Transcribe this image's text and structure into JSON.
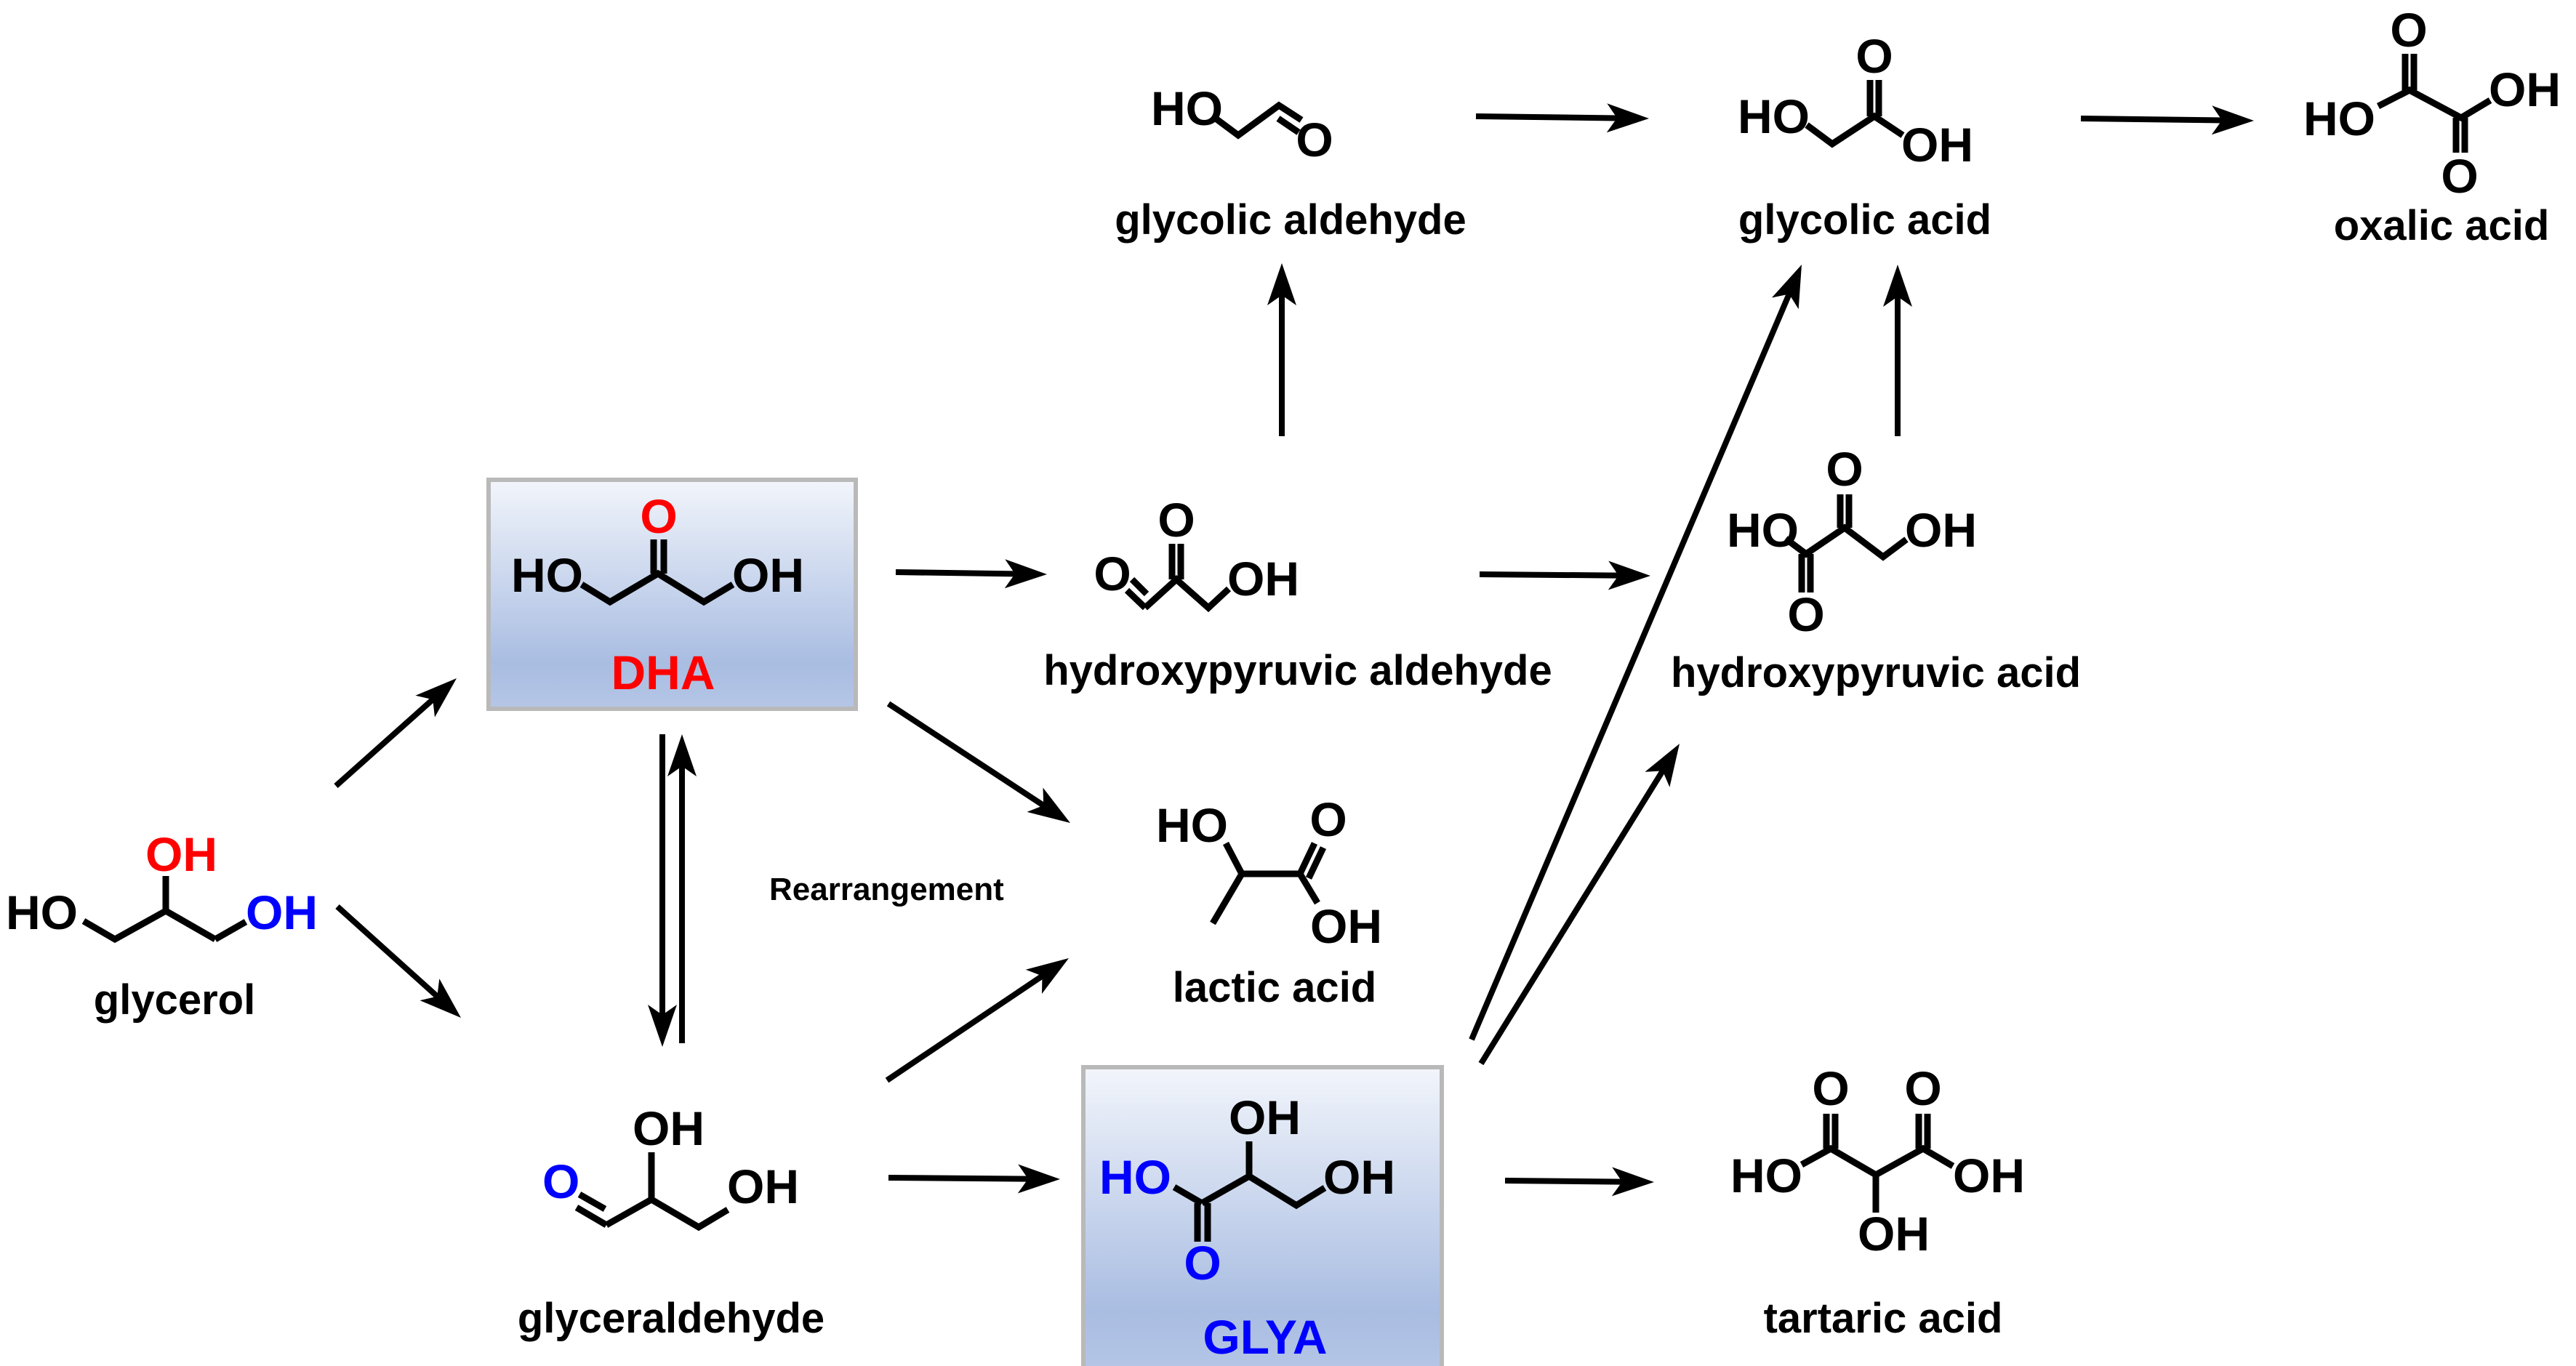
{
  "scheme": {
    "title": "Glycerol oxidation reaction network",
    "colors": {
      "default": "#000000",
      "highlight_red": "#ff0000",
      "highlight_blue": "#0000ff",
      "box_top": "#f2f5fb",
      "box_bottom": "#a9bde2",
      "box_border": "#b9b9b9"
    },
    "annotation": "Rearrangement",
    "compounds": {
      "glycerol": {
        "name": "glycerol",
        "atoms": {
          "ho_left": "HO",
          "oh_top": "OH",
          "oh_right": "OH"
        }
      },
      "dha": {
        "name": "DHA",
        "highlighted": true,
        "atoms": {
          "ho_left": "HO",
          "o_top": "O",
          "oh_right": "OH"
        }
      },
      "glyceraldehyde": {
        "name": "glyceraldehyde",
        "atoms": {
          "o_left": "O",
          "oh_top": "OH",
          "oh_right": "OH"
        }
      },
      "glya": {
        "name": "GLYA",
        "highlighted": true,
        "atoms": {
          "ho_left": "HO",
          "oh_top": "OH",
          "oh_right": "OH",
          "o_bottom": "O"
        }
      },
      "hydroxypyruvic_aldehyde": {
        "name": "hydroxypyruvic aldehyde",
        "atoms": {
          "o_left": "O",
          "o_top": "O",
          "oh_right": "OH"
        }
      },
      "lactic_acid": {
        "name": "lactic acid",
        "atoms": {
          "ho_top": "HO",
          "o_top": "O",
          "oh_bottom": "OH"
        }
      },
      "glycolic_aldehyde": {
        "name": "glycolic aldehyde",
        "atoms": {
          "ho_left": "HO",
          "o_right": "O"
        }
      },
      "glycolic_acid": {
        "name": "glycolic acid",
        "atoms": {
          "ho_left": "HO",
          "o_top": "O",
          "oh_right": "OH"
        }
      },
      "oxalic_acid": {
        "name": "oxalic acid",
        "atoms": {
          "ho_left": "HO",
          "o_top": "O",
          "oh_right": "OH",
          "o_bottom": "O"
        }
      },
      "hydroxypyruvic_acid": {
        "name": "hydroxypyruvic acid",
        "atoms": {
          "ho_left": "HO",
          "o_top": "O",
          "oh_right": "OH",
          "o_bottom": "O"
        }
      },
      "tartaric_acid": {
        "name": "tartaric acid",
        "atoms": {
          "ho_left": "HO",
          "o_top_left": "O",
          "o_top_right": "O",
          "oh_right": "OH",
          "oh_bottom": "OH"
        }
      }
    },
    "reactions": [
      {
        "from": "glycerol",
        "to": "dha"
      },
      {
        "from": "glycerol",
        "to": "glyceraldehyde"
      },
      {
        "from": "dha",
        "to": "glyceraldehyde"
      },
      {
        "from": "glyceraldehyde",
        "to": "dha"
      },
      {
        "from": "dha",
        "to": "hydroxypyruvic_aldehyde"
      },
      {
        "from": "dha",
        "to": "lactic_acid"
      },
      {
        "from": "glyceraldehyde",
        "to": "lactic_acid"
      },
      {
        "from": "glyceraldehyde",
        "to": "glya"
      },
      {
        "from": "hydroxypyruvic_aldehyde",
        "to": "glycolic_aldehyde"
      },
      {
        "from": "hydroxypyruvic_aldehyde",
        "to": "hydroxypyruvic_acid"
      },
      {
        "from": "glycolic_aldehyde",
        "to": "glycolic_acid"
      },
      {
        "from": "glycolic_acid",
        "to": "oxalic_acid"
      },
      {
        "from": "hydroxypyruvic_acid",
        "to": "glycolic_acid"
      },
      {
        "from": "glya",
        "to": "glycolic_acid"
      },
      {
        "from": "glya",
        "to": "hydroxypyruvic_acid"
      },
      {
        "from": "glya",
        "to": "tartaric_acid"
      }
    ]
  }
}
